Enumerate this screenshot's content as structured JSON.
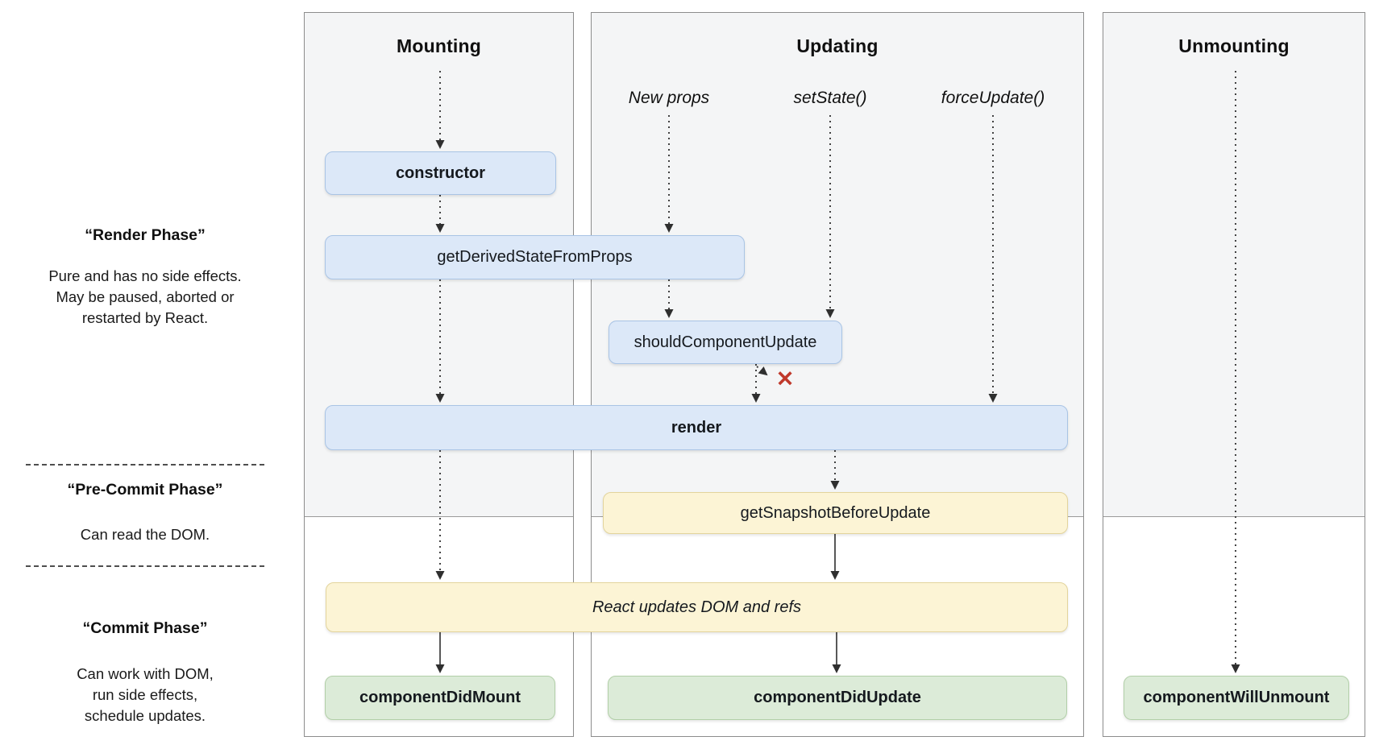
{
  "diagram": {
    "sidebar": {
      "phases": [
        {
          "title": "“Render Phase”",
          "description": "Pure and has no side effects.\nMay be paused, aborted or\nrestarted by React."
        },
        {
          "title": "“Pre-Commit Phase”",
          "description": "Can read the DOM."
        },
        {
          "title": "“Commit Phase”",
          "description": "Can work with DOM,\nrun side effects,\nschedule updates."
        }
      ]
    },
    "columns": [
      {
        "header": "Mounting"
      },
      {
        "header": "Updating"
      },
      {
        "header": "Unmounting"
      }
    ],
    "update_triggers": [
      {
        "label": "New props"
      },
      {
        "label": "setState()"
      },
      {
        "label": "forceUpdate()"
      }
    ],
    "methods": {
      "constructor": "constructor",
      "get_derived_state_from_props": "getDerivedStateFromProps",
      "should_component_update": "shouldComponentUpdate",
      "render": "render",
      "get_snapshot_before_update": "getSnapshotBeforeUpdate",
      "react_updates_dom": "React updates DOM and refs",
      "component_did_mount": "componentDidMount",
      "component_did_update": "componentDidUpdate",
      "component_will_unmount": "componentWillUnmount"
    },
    "markers": {
      "skip_x": "✕"
    },
    "colors": {
      "render_phase_bg": "#f4f5f6",
      "method_blue": "#dce8f8",
      "method_yellow": "#fcf4d5",
      "method_green": "#dcebd8",
      "skip_x_red": "#c0392b",
      "arrow": "#2f2f2f"
    }
  }
}
